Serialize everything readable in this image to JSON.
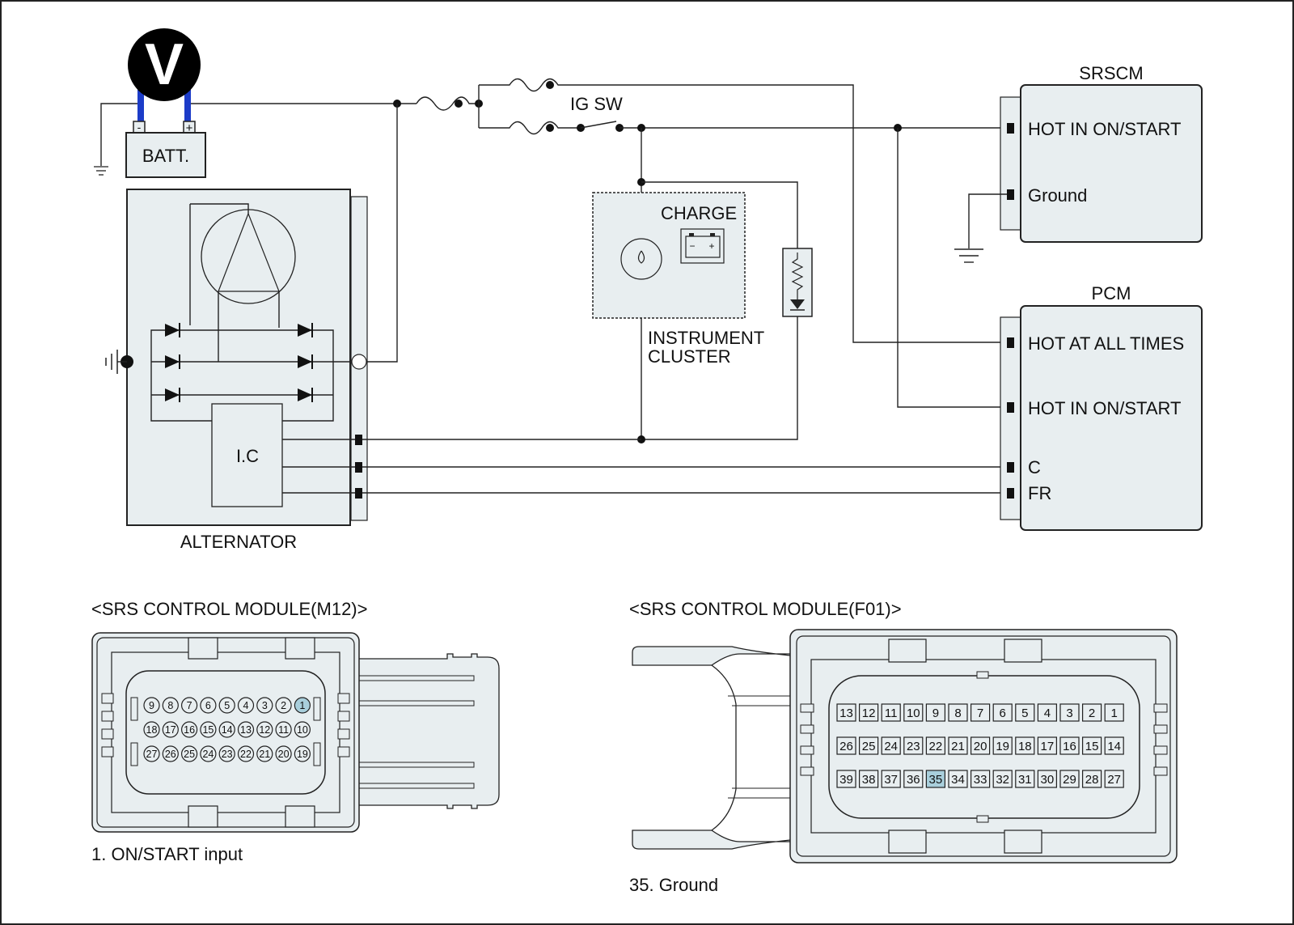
{
  "meter": {
    "symbol": "V"
  },
  "battery": {
    "label": "BATT.",
    "neg": "-",
    "pos": "+"
  },
  "alternator": {
    "label": "ALTERNATOR",
    "ic_label": "I.C"
  },
  "ig_switch": {
    "label": "IG SW"
  },
  "cluster": {
    "label_line1": "INSTRUMENT",
    "label_line2": "CLUSTER",
    "lamp_label": "CHARGE",
    "lamp_neg": "−",
    "lamp_pos": "+"
  },
  "srscm": {
    "title": "SRSCM",
    "pins": [
      "HOT IN ON/START",
      "Ground"
    ]
  },
  "pcm": {
    "title": "PCM",
    "pins": [
      "HOT AT ALL TIMES",
      "HOT IN ON/START",
      "C",
      "FR"
    ]
  },
  "connector_m12": {
    "title": "<SRS CONTROL MODULE(M12)>",
    "rows": [
      [
        "9",
        "8",
        "7",
        "6",
        "5",
        "4",
        "3",
        "2",
        "1"
      ],
      [
        "18",
        "17",
        "16",
        "15",
        "14",
        "13",
        "12",
        "11",
        "10"
      ],
      [
        "27",
        "26",
        "25",
        "24",
        "23",
        "22",
        "21",
        "20",
        "19"
      ]
    ],
    "highlight": "1",
    "note": "1. ON/START input"
  },
  "connector_f01": {
    "title": "<SRS CONTROL MODULE(F01)>",
    "rows": [
      [
        "13",
        "12",
        "11",
        "10",
        "9",
        "8",
        "7",
        "6",
        "5",
        "4",
        "3",
        "2",
        "1"
      ],
      [
        "26",
        "25",
        "24",
        "23",
        "22",
        "21",
        "20",
        "19",
        "18",
        "17",
        "16",
        "15",
        "14"
      ],
      [
        "39",
        "38",
        "37",
        "36",
        "35",
        "34",
        "33",
        "32",
        "31",
        "30",
        "29",
        "28",
        "27"
      ]
    ],
    "highlight": "35",
    "note": "35. Ground"
  }
}
